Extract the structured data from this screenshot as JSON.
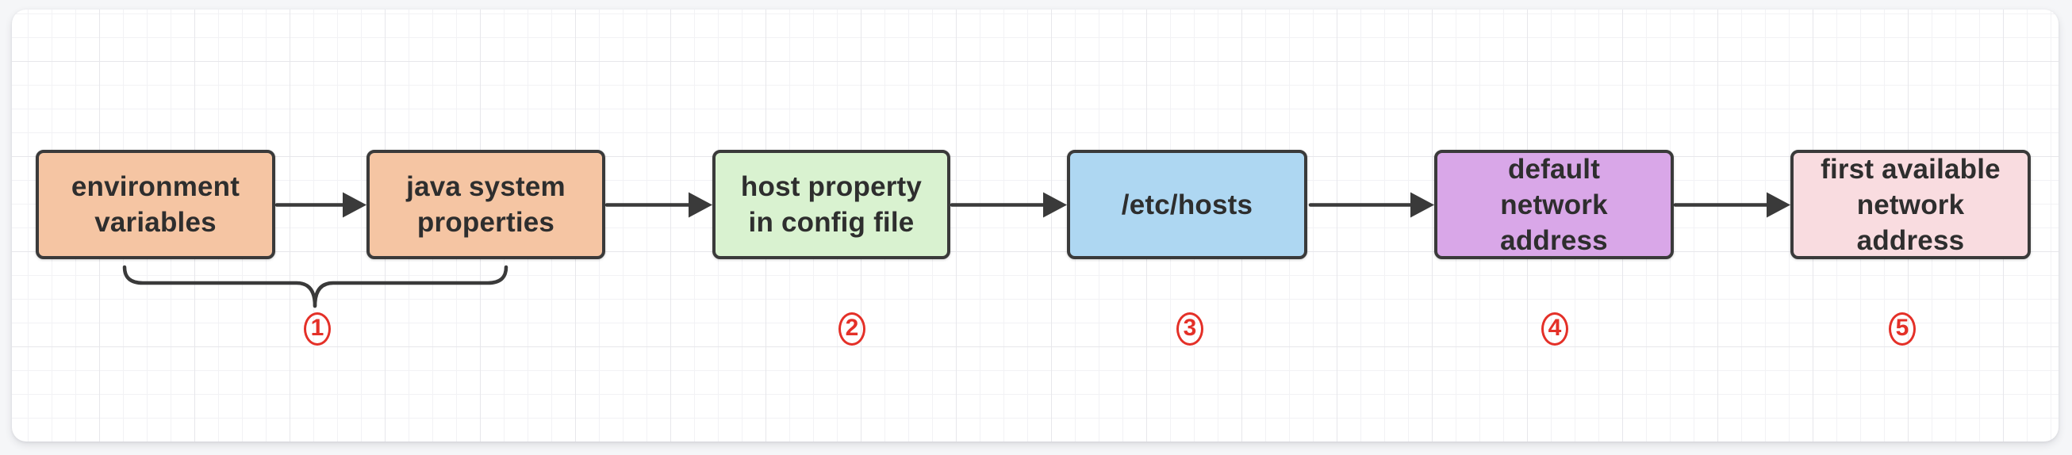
{
  "diagram": {
    "type": "flowchart",
    "background": "grid-paper",
    "nodes": [
      {
        "id": "environment-variables",
        "lines": [
          "environment",
          "variables"
        ],
        "fill": "#f5c5a3"
      },
      {
        "id": "java-system-properties",
        "lines": [
          "java system",
          "properties"
        ],
        "fill": "#f5c5a3"
      },
      {
        "id": "host-property-in-config-file",
        "lines": [
          "host property",
          "in config file"
        ],
        "fill": "#d9f2d0"
      },
      {
        "id": "etc-hosts",
        "lines": [
          "/etc/hosts"
        ],
        "fill": "#aed7f2"
      },
      {
        "id": "default-network-address",
        "lines": [
          "default",
          "network",
          "address"
        ],
        "fill": "#d9a7e8"
      },
      {
        "id": "first-available-network-address",
        "lines": [
          "first available",
          "network",
          "address"
        ],
        "fill": "#f9dce0"
      }
    ],
    "connections": [
      {
        "from": "environment-variables",
        "to": "java-system-properties"
      },
      {
        "from": "java-system-properties",
        "to": "host-property-in-config-file"
      },
      {
        "from": "host-property-in-config-file",
        "to": "etc-hosts"
      },
      {
        "from": "etc-hosts",
        "to": "default-network-address"
      },
      {
        "from": "default-network-address",
        "to": "first-available-network-address"
      }
    ],
    "markers": [
      {
        "label": "1",
        "refers_to": [
          "environment-variables",
          "java-system-properties"
        ]
      },
      {
        "label": "2",
        "refers_to": [
          "host-property-in-config-file"
        ]
      },
      {
        "label": "3",
        "refers_to": [
          "etc-hosts"
        ]
      },
      {
        "label": "4",
        "refers_to": [
          "default-network-address"
        ]
      },
      {
        "label": "5",
        "refers_to": [
          "first-available-network-address"
        ]
      }
    ],
    "colors": {
      "marker": "#e43028",
      "line": "#3a3a3a",
      "text": "#2e2e2e",
      "node_border": "#3a3a3a"
    }
  }
}
